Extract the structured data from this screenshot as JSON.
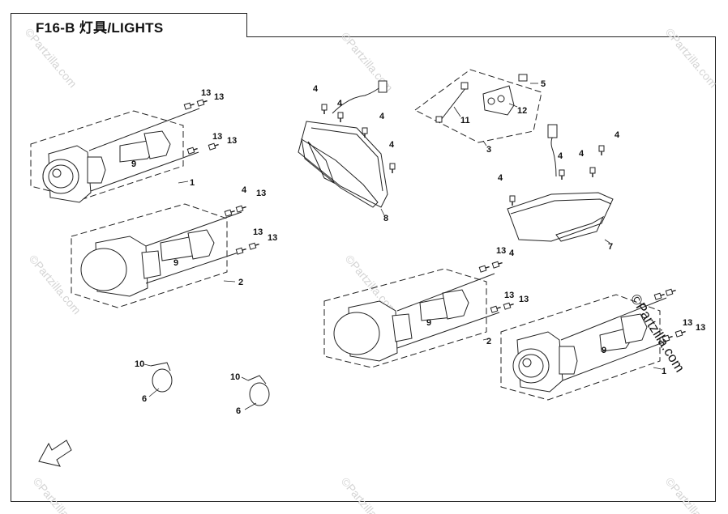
{
  "header": {
    "title": "F16-B  灯具/LIGHTS"
  },
  "watermark": {
    "text": "©Partzilla.com"
  },
  "copyright": {
    "text": "©Partzilla.com"
  },
  "callouts": {
    "headlight_left_top": "1",
    "headlight_left_bottom": "2",
    "headlight_right_bottom": "1",
    "headlight_right_top": "2",
    "kit": "3",
    "screw": "4",
    "bolt": "5",
    "cap": "6",
    "tail_lamp_right": "7",
    "tail_lamp_left": "8",
    "bulb": "9",
    "seal": "10",
    "wire": "11",
    "bracket": "12",
    "nut": "13"
  },
  "colors": {
    "line": "#222222",
    "frame": "#222222",
    "watermark": "#d4d4d4"
  },
  "icons": {
    "front_arrow": "fr-arrow-icon"
  }
}
